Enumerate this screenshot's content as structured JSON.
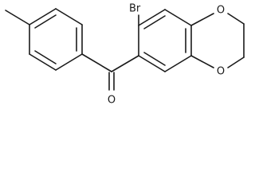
{
  "molecule": {
    "atoms": {
      "bromine": "Br",
      "oxygen_carbonyl": "O",
      "oxygen_ring_top": "O",
      "oxygen_ring_bottom": "O"
    }
  },
  "colors": {
    "bond": "#1a1a1a",
    "label": "#1a1a1a",
    "background": "#ffffff"
  }
}
